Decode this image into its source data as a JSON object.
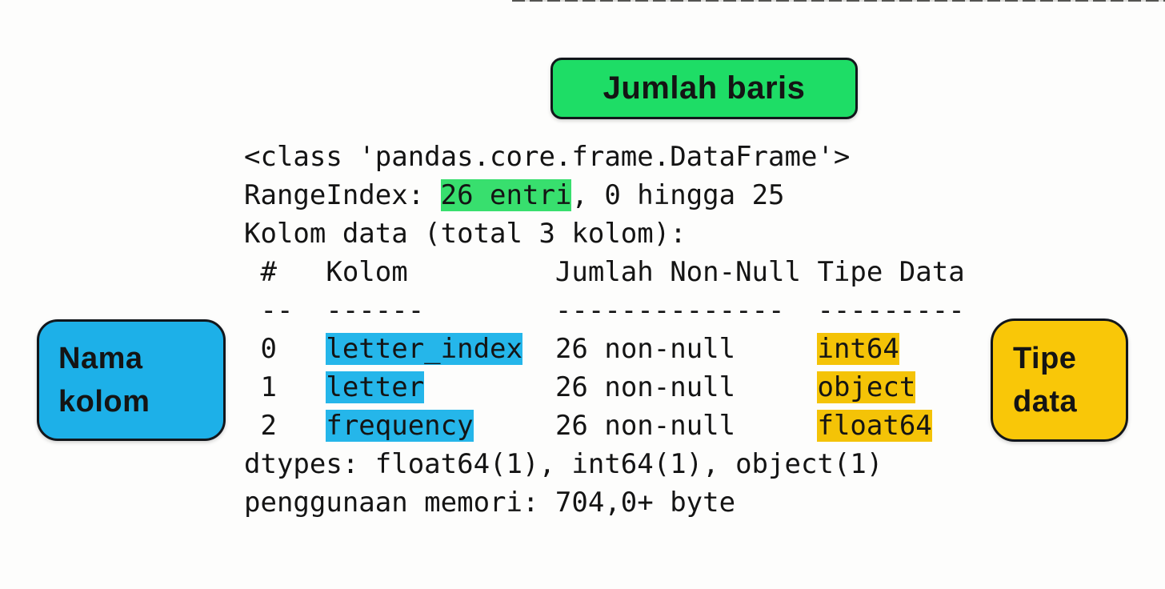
{
  "colors": {
    "bg": "#fdfdfc",
    "ink": "#141414",
    "border": "#12161b",
    "green": "#1edd66",
    "green_hl": "#38df6e",
    "blue": "#1db0e8",
    "blue_hl": "#25b6ea",
    "yellow": "#f9c708",
    "yellow_hl": "#f4c307"
  },
  "callouts": {
    "jumlah_baris": {
      "label": "Jumlah baris"
    },
    "nama_kolom": {
      "lines": [
        "Nama",
        "kolom"
      ]
    },
    "tipe_data": {
      "lines": [
        "Tipe",
        "data"
      ]
    }
  },
  "info_output": {
    "lines": [
      {
        "segments": [
          {
            "text": "<class 'pandas.core.frame.DataFrame'>"
          }
        ]
      },
      {
        "segments": [
          {
            "text": "RangeIndex: "
          },
          {
            "text": "26 entri",
            "hl": "green"
          },
          {
            "text": ", 0 hingga 25"
          }
        ]
      },
      {
        "segments": [
          {
            "text": "Kolom data (total 3 kolom):"
          }
        ]
      },
      {
        "segments": [
          {
            "text": " #   Kolom         Jumlah Non-Null Tipe Data"
          }
        ]
      },
      {
        "segments": [
          {
            "text": " --  ------        --------------  ---------"
          }
        ]
      },
      {
        "segments": [
          {
            "text": " 0   "
          },
          {
            "text": "letter_index",
            "hl": "blue"
          },
          {
            "text": "  26 non-null     "
          },
          {
            "text": "int64",
            "hl": "yellow"
          }
        ]
      },
      {
        "segments": [
          {
            "text": " 1   "
          },
          {
            "text": "letter",
            "hl": "blue"
          },
          {
            "text": "        26 non-null     "
          },
          {
            "text": "object",
            "hl": "yellow"
          }
        ]
      },
      {
        "segments": [
          {
            "text": " 2   "
          },
          {
            "text": "frequency",
            "hl": "blue"
          },
          {
            "text": "     26 non-null     "
          },
          {
            "text": "float64",
            "hl": "yellow"
          }
        ]
      },
      {
        "segments": [
          {
            "text": "dtypes: float64(1), int64(1), object(1)"
          }
        ]
      },
      {
        "segments": [
          {
            "text": "penggunaan memori: 704,0+ byte"
          }
        ]
      }
    ]
  }
}
